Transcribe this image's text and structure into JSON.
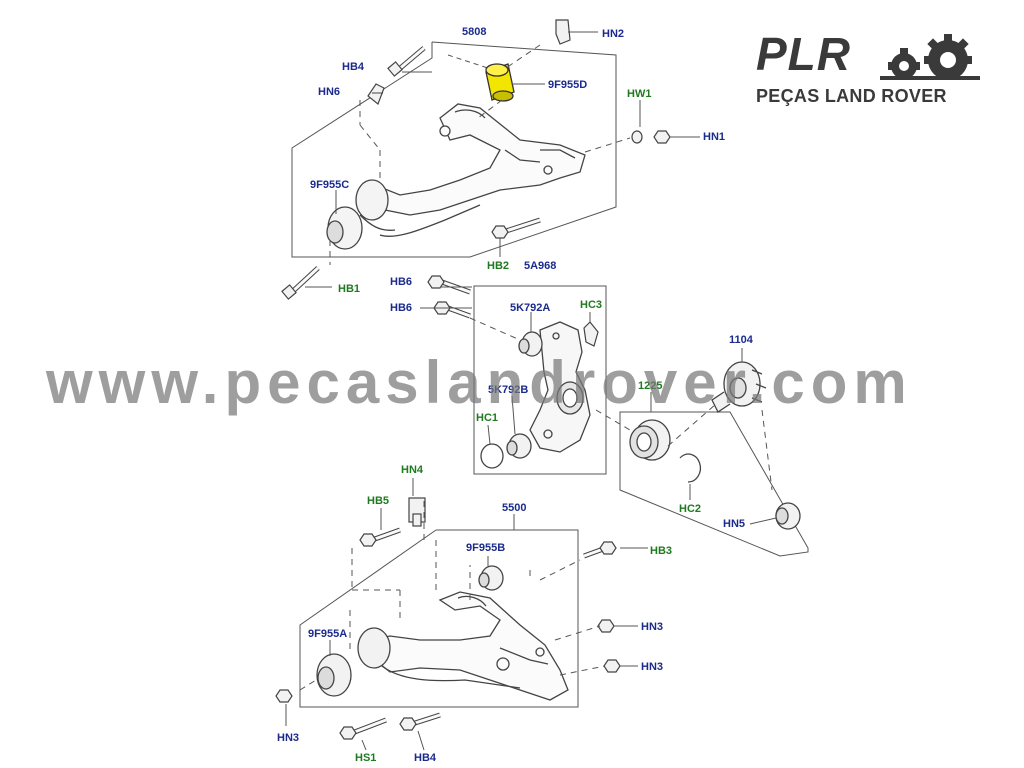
{
  "logo": {
    "brand": "PLR",
    "subtitle": "PEÇAS LAND ROVER",
    "color": "#3a3a3a"
  },
  "watermark": "www.pecaslandrover.com",
  "colors": {
    "label_blue": "#1b2b8c",
    "label_green": "#1f7a1f",
    "highlight": "#f2e600",
    "line": "#555555"
  },
  "labels": {
    "a5808": "5808",
    "hn2": "HN2",
    "hb4_top": "HB4",
    "hn6": "HN6",
    "f955d": "9F955D",
    "hw1": "HW1",
    "hn1": "HN1",
    "f955c": "9F955C",
    "hb2": "HB2",
    "a968": "5A968",
    "hb6_a": "HB6",
    "hb6_b": "HB6",
    "hb1": "HB1",
    "k792a": "5K792A",
    "hc3": "HC3",
    "a1104": "1104",
    "a1225": "1225",
    "k792b": "5K792B",
    "hc1": "HC1",
    "hc2": "HC2",
    "hn5": "HN5",
    "hn4": "HN4",
    "hb5": "HB5",
    "a5500": "5500",
    "f955b": "9F955B",
    "hb3": "HB3",
    "hn3_a": "HN3",
    "hn3_b": "HN3",
    "f955a": "9F955A",
    "hn3_c": "HN3",
    "hs1": "HS1",
    "hb4_bot": "HB4"
  }
}
